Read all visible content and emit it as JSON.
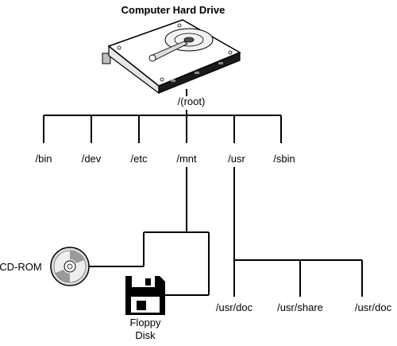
{
  "title": "Computer Hard Drive",
  "root_label": "/(root)",
  "directories": [
    "/bin",
    "/dev",
    "/etc",
    "/mnt",
    "/usr",
    "/sbin"
  ],
  "usr_subdirs": [
    "/usr/doc",
    "/usr/share",
    "/usr/doc"
  ],
  "devices": {
    "cdrom": "CD-ROM",
    "floppy_line1": "Floppy",
    "floppy_line2": "Disk"
  },
  "icons": [
    "hard-drive-icon",
    "cd-rom-icon",
    "floppy-disk-icon"
  ]
}
